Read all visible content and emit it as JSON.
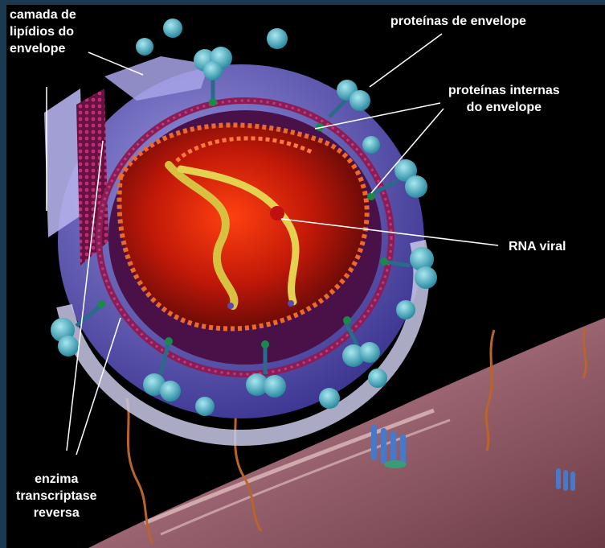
{
  "labels": {
    "lipid_layer": "camada de\nlipídios do\nenvelope",
    "envelope_proteins": "proteínas de envelope",
    "internal_proteins": "proteínas internas\ndo envelope",
    "rna": "RNA viral",
    "enzyme": "enzima\ntranscriptase\nreversa"
  },
  "colors": {
    "frame": "#1b3a52",
    "background": "#000000",
    "envelope_outer": "#7570c8",
    "envelope_band": "#c8c8e8",
    "matrix": "#8a1e54",
    "capsid": "#c02008",
    "rna_ribbon": "#d8c040",
    "spike": "#6ec4d4",
    "cell_membrane": "#b08088"
  }
}
